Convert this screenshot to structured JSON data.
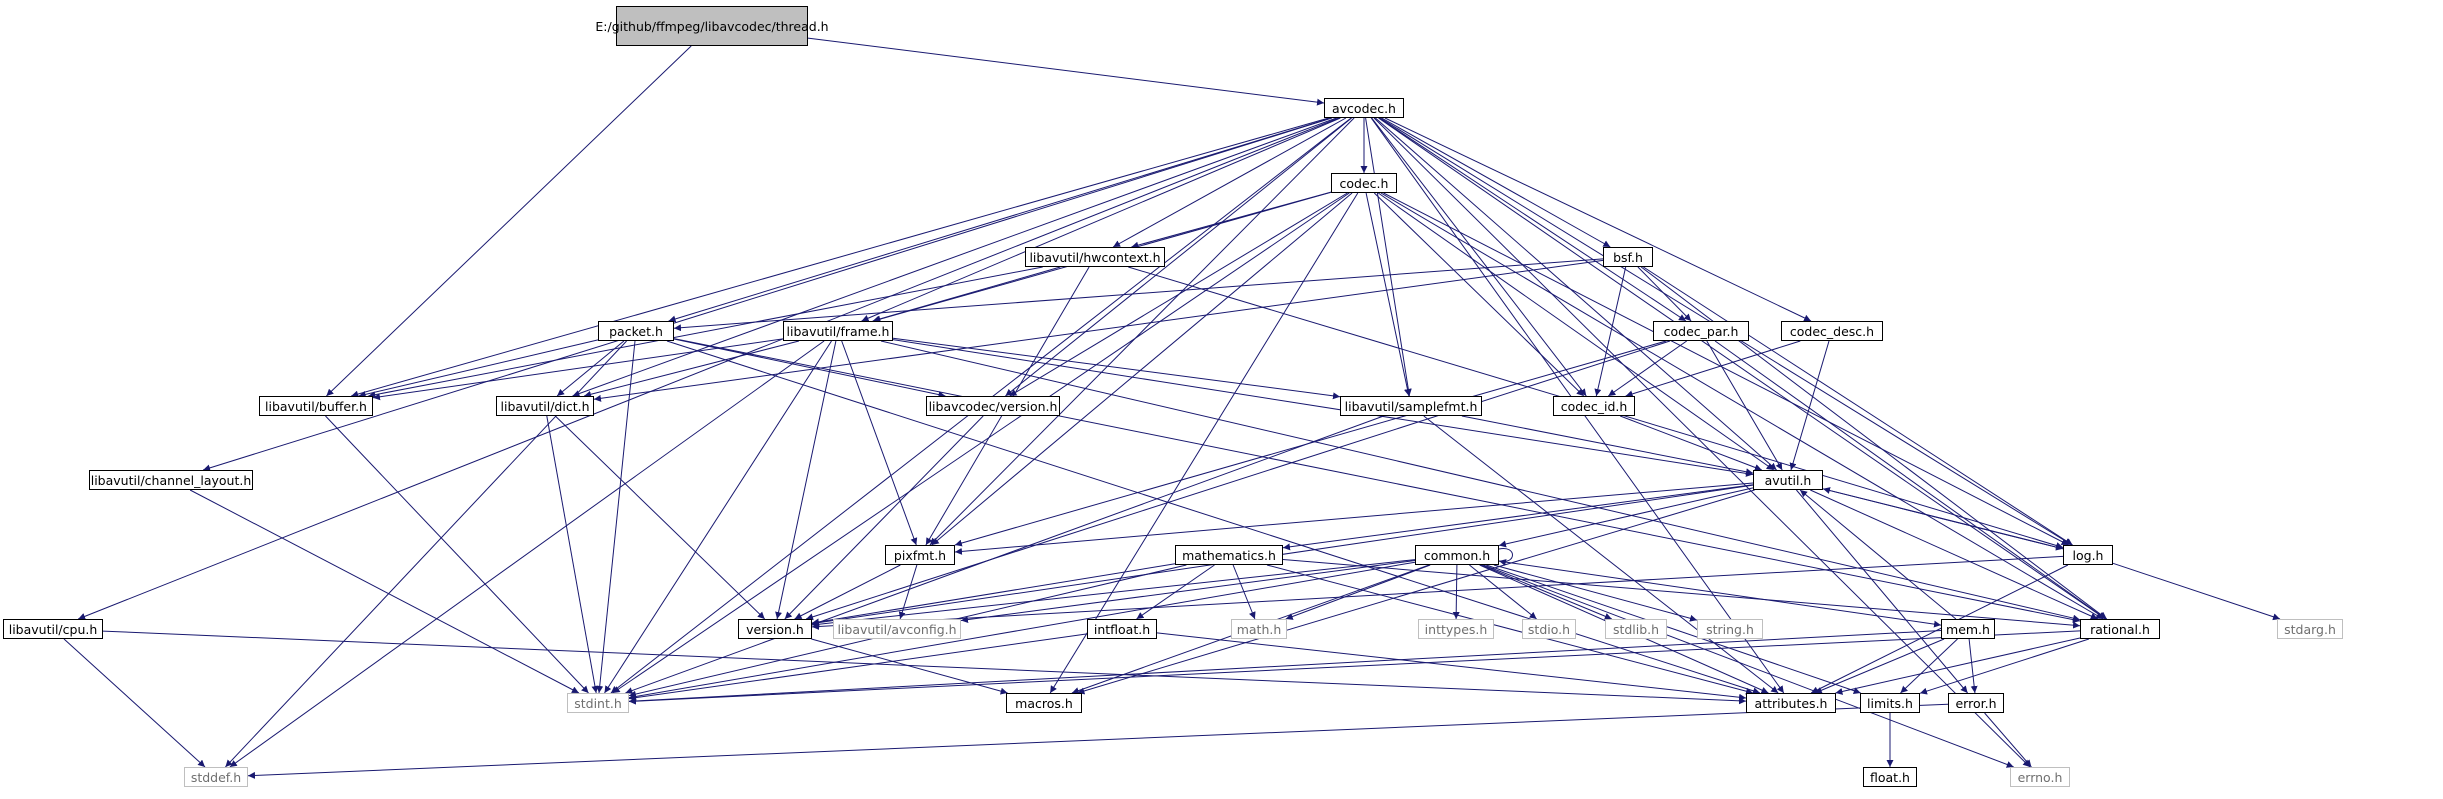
{
  "graph": {
    "title": "E:/github/ffmpeg/libavcodec/thread.h",
    "nodes": {
      "root": {
        "label": "E:/github/ffmpeg/libavcodec/thread.h"
      },
      "avcodec": {
        "label": "avcodec.h"
      },
      "codec": {
        "label": "codec.h"
      },
      "hwcontext": {
        "label": "libavutil/hwcontext.h"
      },
      "bsf": {
        "label": "bsf.h"
      },
      "packet": {
        "label": "packet.h"
      },
      "frame": {
        "label": "libavutil/frame.h"
      },
      "codec_par": {
        "label": "codec_par.h"
      },
      "codec_desc": {
        "label": "codec_desc.h"
      },
      "buffer": {
        "label": "libavutil/buffer.h"
      },
      "dict": {
        "label": "libavutil/dict.h"
      },
      "lav_version": {
        "label": "libavcodec/version.h"
      },
      "samplefmt": {
        "label": "libavutil/samplefmt.h"
      },
      "codec_id": {
        "label": "codec_id.h"
      },
      "channel_layout": {
        "label": "libavutil/channel_layout.h"
      },
      "avutil": {
        "label": "avutil.h"
      },
      "pixfmt": {
        "label": "pixfmt.h"
      },
      "mathematics": {
        "label": "mathematics.h"
      },
      "common": {
        "label": "common.h"
      },
      "log": {
        "label": "log.h"
      },
      "cpu": {
        "label": "libavutil/cpu.h"
      },
      "version": {
        "label": "version.h"
      },
      "avconfig": {
        "label": "libavutil/avconfig.h"
      },
      "intfloat": {
        "label": "intfloat.h"
      },
      "math": {
        "label": "math.h"
      },
      "inttypes": {
        "label": "inttypes.h"
      },
      "stdio": {
        "label": "stdio.h"
      },
      "stdlib": {
        "label": "stdlib.h"
      },
      "string": {
        "label": "string.h"
      },
      "mem": {
        "label": "mem.h"
      },
      "rational": {
        "label": "rational.h"
      },
      "stdarg": {
        "label": "stdarg.h"
      },
      "stdint": {
        "label": "stdint.h"
      },
      "macros": {
        "label": "macros.h"
      },
      "attributes": {
        "label": "attributes.h"
      },
      "limits": {
        "label": "limits.h"
      },
      "error": {
        "label": "error.h"
      },
      "stddef": {
        "label": "stddef.h"
      },
      "float": {
        "label": "float.h"
      },
      "errno": {
        "label": "errno.h"
      }
    },
    "edges": [
      [
        "root",
        "avcodec"
      ],
      [
        "root",
        "buffer"
      ],
      [
        "avcodec",
        "codec"
      ],
      [
        "avcodec",
        "bsf"
      ],
      [
        "avcodec",
        "hwcontext"
      ],
      [
        "avcodec",
        "packet"
      ],
      [
        "avcodec",
        "frame"
      ],
      [
        "avcodec",
        "codec_par"
      ],
      [
        "avcodec",
        "codec_desc"
      ],
      [
        "avcodec",
        "buffer"
      ],
      [
        "avcodec",
        "dict"
      ],
      [
        "avcodec",
        "lav_version"
      ],
      [
        "avcodec",
        "samplefmt"
      ],
      [
        "avcodec",
        "codec_id"
      ],
      [
        "avcodec",
        "channel_layout"
      ],
      [
        "avcodec",
        "avutil"
      ],
      [
        "avcodec",
        "pixfmt"
      ],
      [
        "avcodec",
        "log"
      ],
      [
        "avcodec",
        "rational"
      ],
      [
        "avcodec",
        "cpu"
      ],
      [
        "avcodec",
        "stdint"
      ],
      [
        "avcodec",
        "attributes"
      ],
      [
        "avcodec",
        "errno"
      ],
      [
        "codec",
        "hwcontext"
      ],
      [
        "codec",
        "frame"
      ],
      [
        "codec",
        "lav_version"
      ],
      [
        "codec",
        "samplefmt"
      ],
      [
        "codec",
        "codec_id"
      ],
      [
        "codec",
        "avutil"
      ],
      [
        "codec",
        "log"
      ],
      [
        "codec",
        "rational"
      ],
      [
        "codec",
        "stdint"
      ],
      [
        "codec",
        "pixfmt"
      ],
      [
        "codec",
        "macros"
      ],
      [
        "hwcontext",
        "buffer"
      ],
      [
        "hwcontext",
        "frame"
      ],
      [
        "hwcontext",
        "log"
      ],
      [
        "hwcontext",
        "pixfmt"
      ],
      [
        "bsf",
        "packet"
      ],
      [
        "bsf",
        "codec_par"
      ],
      [
        "bsf",
        "codec_id"
      ],
      [
        "bsf",
        "dict"
      ],
      [
        "bsf",
        "log"
      ],
      [
        "bsf",
        "rational"
      ],
      [
        "packet",
        "buffer"
      ],
      [
        "packet",
        "dict"
      ],
      [
        "packet",
        "lav_version"
      ],
      [
        "packet",
        "rational"
      ],
      [
        "packet",
        "stddef"
      ],
      [
        "packet",
        "stdint"
      ],
      [
        "packet",
        "attributes"
      ],
      [
        "frame",
        "buffer"
      ],
      [
        "frame",
        "dict"
      ],
      [
        "frame",
        "samplefmt"
      ],
      [
        "frame",
        "avutil"
      ],
      [
        "frame",
        "pixfmt"
      ],
      [
        "frame",
        "version"
      ],
      [
        "frame",
        "rational"
      ],
      [
        "frame",
        "stdint"
      ],
      [
        "frame",
        "stddef"
      ],
      [
        "codec_par",
        "codec_id"
      ],
      [
        "codec_par",
        "avutil"
      ],
      [
        "codec_par",
        "rational"
      ],
      [
        "codec_par",
        "pixfmt"
      ],
      [
        "codec_par",
        "version"
      ],
      [
        "codec_desc",
        "codec_id"
      ],
      [
        "codec_desc",
        "avutil"
      ],
      [
        "buffer",
        "stdint"
      ],
      [
        "dict",
        "stdint"
      ],
      [
        "dict",
        "version"
      ],
      [
        "lav_version",
        "version"
      ],
      [
        "samplefmt",
        "avutil"
      ],
      [
        "samplefmt",
        "attributes"
      ],
      [
        "samplefmt",
        "stdint"
      ],
      [
        "codec_id",
        "avutil"
      ],
      [
        "channel_layout",
        "stdint"
      ],
      [
        "avutil",
        "common"
      ],
      [
        "avutil",
        "rational"
      ],
      [
        "avutil",
        "version"
      ],
      [
        "avutil",
        "macros"
      ],
      [
        "avutil",
        "mathematics"
      ],
      [
        "avutil",
        "log"
      ],
      [
        "avutil",
        "pixfmt"
      ],
      [
        "avutil",
        "error"
      ],
      [
        "pixfmt",
        "avconfig"
      ],
      [
        "pixfmt",
        "version"
      ],
      [
        "mathematics",
        "stdint"
      ],
      [
        "mathematics",
        "math"
      ],
      [
        "mathematics",
        "attributes"
      ],
      [
        "mathematics",
        "rational"
      ],
      [
        "mathematics",
        "intfloat"
      ],
      [
        "mathematics",
        "version"
      ],
      [
        "common",
        "errno"
      ],
      [
        "common",
        "inttypes"
      ],
      [
        "common",
        "limits"
      ],
      [
        "common",
        "math"
      ],
      [
        "common",
        "stdint"
      ],
      [
        "common",
        "stdio"
      ],
      [
        "common",
        "stdlib"
      ],
      [
        "common",
        "string"
      ],
      [
        "common",
        "attributes"
      ],
      [
        "common",
        "macros"
      ],
      [
        "common",
        "version"
      ],
      [
        "common",
        "avconfig"
      ],
      [
        "common",
        "mem"
      ],
      [
        "common",
        "common"
      ],
      [
        "log",
        "stdarg"
      ],
      [
        "log",
        "avutil"
      ],
      [
        "log",
        "attributes"
      ],
      [
        "log",
        "version"
      ],
      [
        "cpu",
        "attributes"
      ],
      [
        "cpu",
        "stddef"
      ],
      [
        "version",
        "macros"
      ],
      [
        "intfloat",
        "stdint"
      ],
      [
        "intfloat",
        "attributes"
      ],
      [
        "mem",
        "limits"
      ],
      [
        "mem",
        "stdint"
      ],
      [
        "mem",
        "attributes"
      ],
      [
        "mem",
        "error"
      ],
      [
        "mem",
        "avutil"
      ],
      [
        "rational",
        "stdint"
      ],
      [
        "rational",
        "limits"
      ],
      [
        "rational",
        "attributes"
      ],
      [
        "error",
        "errno"
      ],
      [
        "error",
        "stddef"
      ],
      [
        "limits",
        "float"
      ]
    ]
  }
}
